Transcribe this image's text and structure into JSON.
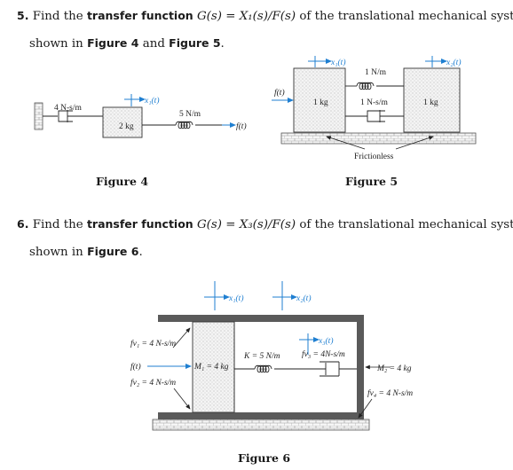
{
  "problem5": {
    "number": "5.",
    "text_a": "Find the",
    "bold_a": "transfer function",
    "formula": "G(s) = X₁(s)/F(s)",
    "text_b": "of the translational mechanical system",
    "text_c": "shown in",
    "fig_ref_a": "Figure 4",
    "text_d": "and",
    "fig_ref_b": "Figure 5",
    "text_e": "."
  },
  "problem6": {
    "number": "6.",
    "text_a": "Find the",
    "bold_a": "transfer function",
    "formula": "G(s) = X₃(s)/F(s)",
    "text_b": "of the translational mechanical system",
    "text_c": "shown in",
    "fig_ref": "Figure 6",
    "text_e": "."
  },
  "figure4": {
    "caption": "Figure 4",
    "damper": "4 N-s/m",
    "mass": "2 kg",
    "spring": "5 N/m",
    "disp": "x₁(t)",
    "force": "f(t)"
  },
  "figure5": {
    "caption": "Figure 5",
    "force": "f(t)",
    "x1": "x₁(t)",
    "x2": "x₂(t)",
    "mass1": "1 kg",
    "mass2": "1 kg",
    "spring": "1 N/m",
    "damper": "1 N-s/m",
    "ground": "Frictionless"
  },
  "figure6": {
    "caption": "Figure 6",
    "x1": "x₁(t)",
    "x2": "x₂(t)",
    "x3": "x₃(t)",
    "fv1": "fv₁ = 4 N-s/m",
    "force": "f(t)",
    "fv2": "fv₂ = 4 N-s/m",
    "m1": "M₁ = 4 kg",
    "spring": "K = 5 N/m",
    "fv3": "fv₃ = 4N-s/m",
    "m2": "M₂ = 4 kg",
    "fv4": "fv₄ = 4 N-s/m"
  },
  "colors": {
    "accent": "#1f7fd1",
    "text": "#1b1b1b"
  }
}
